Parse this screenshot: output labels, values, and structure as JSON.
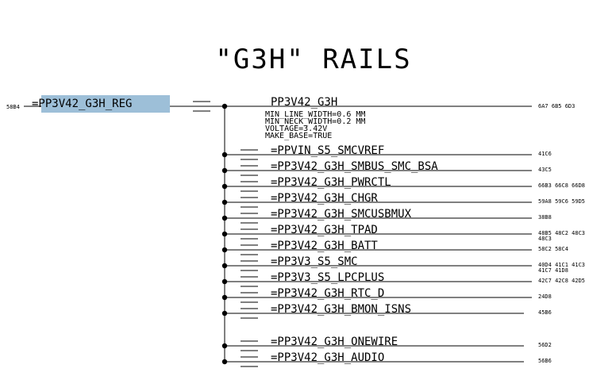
{
  "title": "\"G3H\" RAILS",
  "source": {
    "page_ref": "58B4",
    "label": "=PP3V42_G3H_REG",
    "highlight": "#9dbfd8"
  },
  "main_net": {
    "name": "PP3V42_G3H",
    "props": [
      "MIN_LINE_WIDTH=0.6 MM",
      "MIN_NECK_WIDTH=0.2 MM",
      "VOLTAGE=3.42V",
      "MAKE_BASE=TRUE"
    ],
    "refs": [
      "6A7 6B5 6D3"
    ]
  },
  "branches": [
    {
      "label": "=PPVIN_S5_SMCVREF",
      "refs": [
        "41C6"
      ]
    },
    {
      "label": "=PP3V42_G3H_SMBUS_SMC_BSA",
      "refs": [
        "43C5"
      ]
    },
    {
      "label": "=PP3V42_G3H_PWRCTL",
      "refs": [
        "66B3 66C8 66D8"
      ]
    },
    {
      "label": "=PP3V42_G3H_CHGR",
      "refs": [
        "59A8 59C6 59D5"
      ]
    },
    {
      "label": "=PP3V42_G3H_SMCUSBMUX",
      "refs": [
        "38B8"
      ]
    },
    {
      "label": "=PP3V42_G3H_TPAD",
      "refs": [
        "48B5 48C2 48C3",
        "48C3"
      ]
    },
    {
      "label": "=PP3V42_G3H_BATT",
      "refs": [
        "58C2 58C4"
      ]
    },
    {
      "label": "=PP3V3_S5_SMC",
      "refs": [
        "40D4 41C1 41C3",
        "41C7 41D8"
      ]
    },
    {
      "label": "=PP3V3_S5_LPCPLUS",
      "refs": [
        "42C7 42C8 42D5"
      ]
    },
    {
      "label": "=PP3V42_G3H_RTC_D",
      "refs": [
        "24D8"
      ]
    },
    {
      "label": "=PP3V42_G3H_BMON_ISNS",
      "refs": [
        "45B6"
      ]
    },
    {
      "label": "=PP3V42_G3H_ONEWIRE",
      "refs": [
        "56D2"
      ]
    },
    {
      "label": "=PP3V42_G3H_AUDIO",
      "refs": [
        "56B6"
      ]
    }
  ]
}
